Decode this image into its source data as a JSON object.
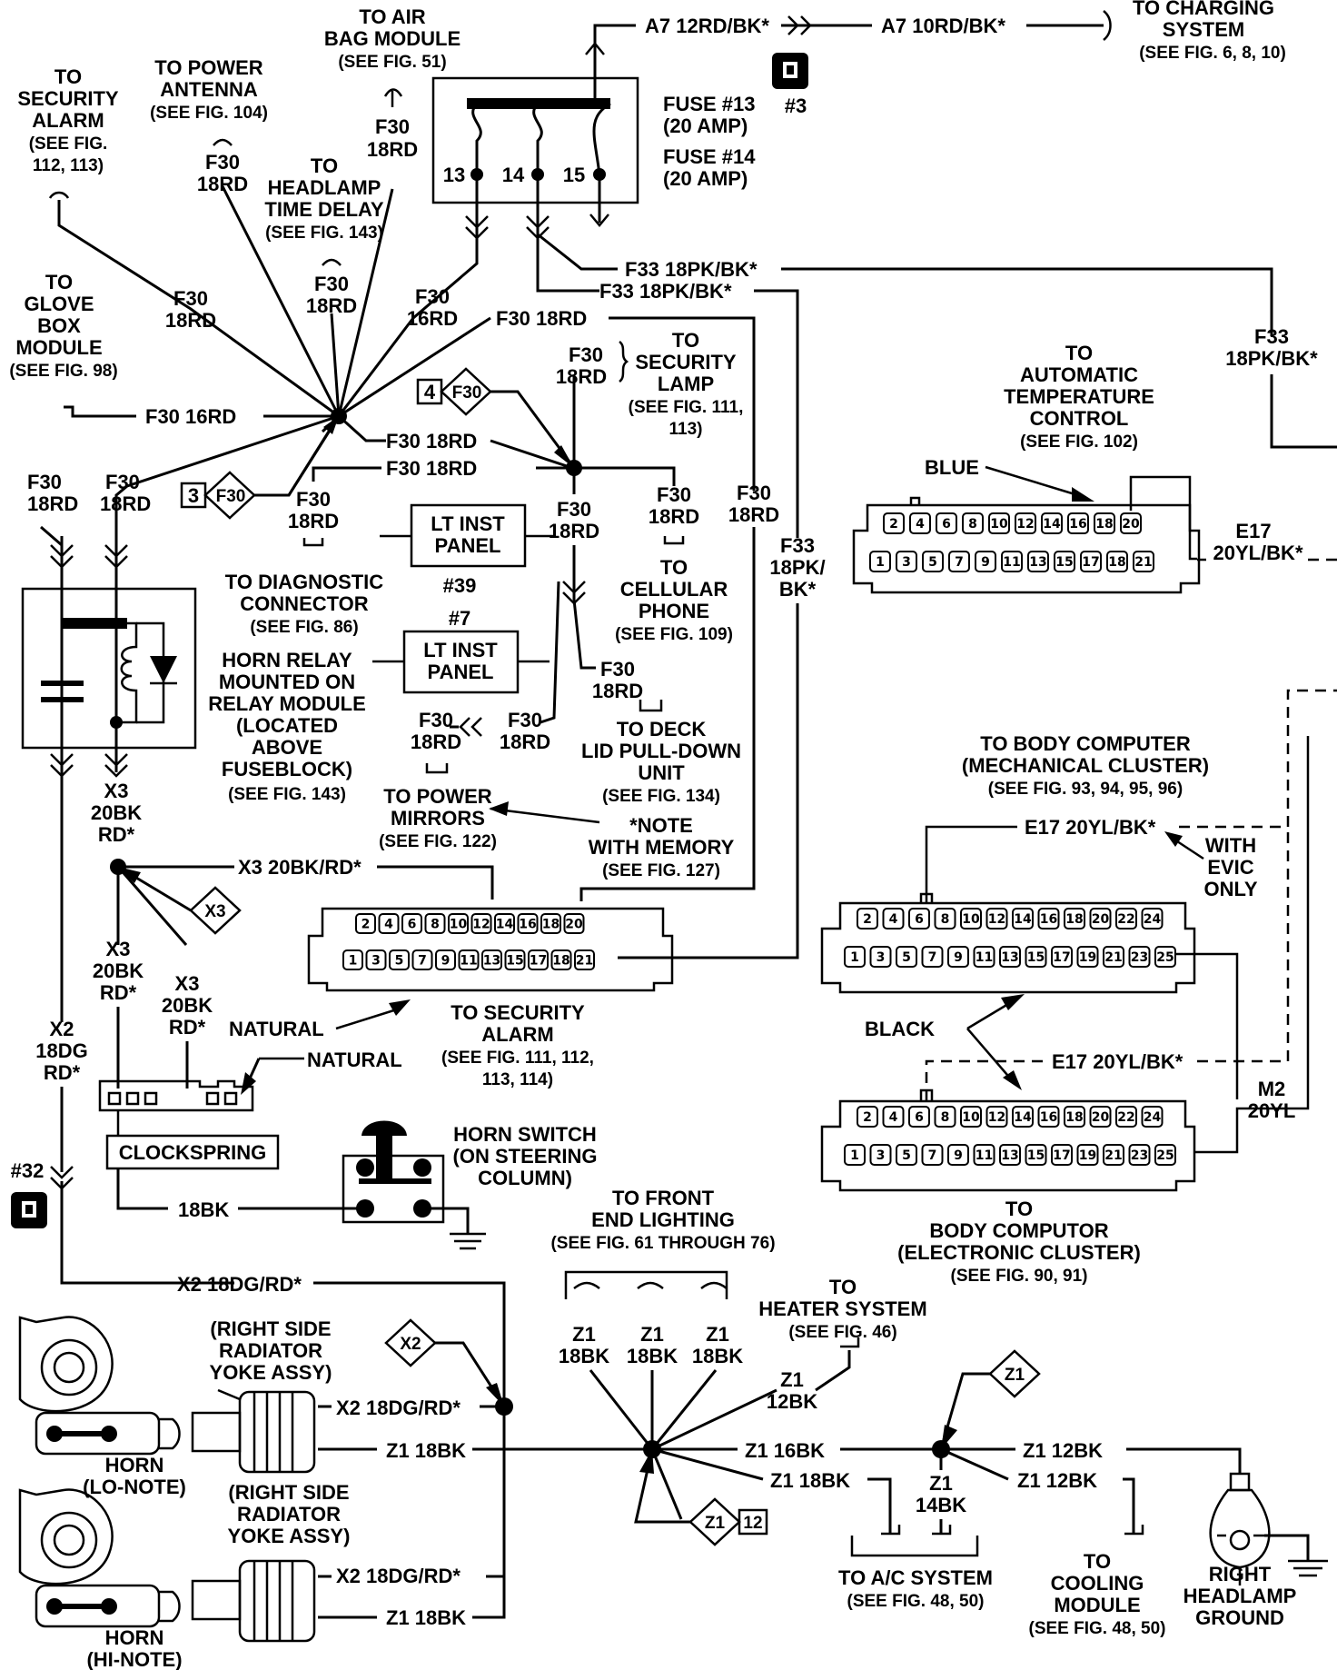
{
  "labels": {
    "to_air_bag": [
      "TO AIR",
      "BAG MODULE",
      "(SEE FIG. 51)"
    ],
    "to_power_antenna": [
      "TO POWER",
      "ANTENNA",
      "(SEE FIG. 104)"
    ],
    "to_security_alarm_top": [
      "TO",
      "SECURITY",
      "ALARM",
      "(SEE FIG.",
      "112, 113)"
    ],
    "to_headlamp": [
      "TO",
      "HEADLAMP",
      "TIME DELAY",
      "(SEE FIG. 143)"
    ],
    "to_glove_box": [
      "TO",
      "GLOVE",
      "BOX",
      "MODULE",
      "(SEE FIG. 98)"
    ],
    "to_charging": [
      "TO CHARGING",
      "SYSTEM",
      "(SEE FIG. 6, 8, 10)"
    ],
    "fuse13": [
      "FUSE #13",
      "(20 AMP)"
    ],
    "fuse14": [
      "FUSE #14",
      "(20 AMP)"
    ],
    "fuse_pins": [
      "13",
      "14",
      "15"
    ],
    "a7_left": "A7 12RD/BK*",
    "a7_right": "A7 10RD/BK*",
    "conn3": "#3",
    "f30_18rd": [
      "F30",
      "18RD"
    ],
    "f30_16rd": [
      "F30",
      "16RD"
    ],
    "f30_18rd_inline": "F30 18RD",
    "f30_16rd_inline": "F30 16RD",
    "f33_inline": "F33 18PK/BK*",
    "f33_stack": [
      "F33",
      "18PK/BK*"
    ],
    "f33_stack2": [
      "F33",
      "18PK/",
      "BK*"
    ],
    "to_security_lamp": [
      "TO",
      "SECURITY",
      "LAMP",
      "(SEE FIG. 111,",
      "113)"
    ],
    "to_auto_temp": [
      "TO",
      "AUTOMATIC",
      "TEMPERATURE",
      "CONTROL",
      "(SEE FIG. 102)"
    ],
    "blue": "BLUE",
    "e17_stack": [
      "E17",
      "20YL/BK*"
    ],
    "diamond_f30": "F30",
    "diamond_4": "4",
    "diamond_3": "3",
    "lt_inst_panel": [
      "LT INST",
      "PANEL"
    ],
    "conn39": "#39",
    "conn7": "#7",
    "to_diagnostic": [
      "TO DIAGNOSTIC",
      "CONNECTOR",
      "(SEE FIG. 86)"
    ],
    "to_cellular": [
      "TO",
      "CELLULAR",
      "PHONE",
      "(SEE FIG. 109)"
    ],
    "horn_relay": [
      "HORN RELAY",
      "MOUNTED ON",
      "RELAY MODULE",
      "(LOCATED",
      "ABOVE",
      "FUSEBLOCK)",
      "(SEE FIG. 143)"
    ],
    "to_deck_lid": [
      "TO DECK",
      "LID PULL-DOWN",
      "UNIT",
      "(SEE FIG. 134)"
    ],
    "to_power_mirrors": [
      "TO POWER",
      "MIRRORS",
      "(SEE FIG. 122)"
    ],
    "note_memory": [
      "*NOTE",
      "WITH MEMORY",
      "(SEE FIG. 127)"
    ],
    "to_body_computer_mech": [
      "TO BODY COMPUTER",
      "(MECHANICAL CLUSTER)",
      "(SEE FIG. 93, 94, 95, 96)"
    ],
    "e17_inline": "E17 20YL/BK*",
    "with_evic": [
      "WITH",
      "EVIC",
      "ONLY"
    ],
    "x3_stack": [
      "X3",
      "20BK",
      "RD*"
    ],
    "x3_inline": "X3 20BK/RD*",
    "diamond_x3": "X3",
    "to_security_alarm_conn": [
      "TO SECURITY",
      "ALARM",
      "(SEE FIG. 111, 112,",
      "113, 114)"
    ],
    "natural": "NATURAL",
    "black": "BLACK",
    "x2_stack": [
      "X2",
      "18DG",
      "RD*"
    ],
    "clockspring": "CLOCKSPRING",
    "horn_switch": [
      "HORN SWITCH",
      "(ON STEERING",
      "COLUMN)"
    ],
    "bk18": "18BK",
    "conn32": "#32",
    "m2": [
      "M2",
      "20YL"
    ],
    "to_body_computor_elec": [
      "TO",
      "BODY COMPUTOR",
      "(ELECTRONIC CLUSTER)",
      "(SEE FIG. 90, 91)"
    ],
    "x2_inline": "X2 18DG/RD*",
    "to_front_end": [
      "TO FRONT",
      "END LIGHTING",
      "(SEE FIG. 61 THROUGH 76)"
    ],
    "to_heater": [
      "TO",
      "HEATER SYSTEM",
      "(SEE FIG. 46)"
    ],
    "z1_stack": [
      "Z1",
      "18BK"
    ],
    "z1_12bk_stack": [
      "Z1",
      "12BK"
    ],
    "z1_14bk_stack": [
      "Z1",
      "14BK"
    ],
    "diamond_x2": "X2",
    "diamond_z1": "Z1",
    "diamond_z1_12": "12",
    "right_yoke": [
      "(RIGHT SIDE",
      "RADIATOR",
      "YOKE ASSY)"
    ],
    "z1_18bk": "Z1 18BK",
    "z1_16bk": "Z1 16BK",
    "z1_12bk": "Z1 12BK",
    "horn_lo": [
      "HORN",
      "(LO-NOTE)"
    ],
    "horn_hi": [
      "HORN",
      "(HI-NOTE)"
    ],
    "to_ac": [
      "TO A/C SYSTEM",
      "(SEE FIG. 48, 50)"
    ],
    "to_cooling": [
      "TO",
      "COOLING",
      "MODULE",
      "(SEE FIG. 48, 50)"
    ],
    "right_headlamp": [
      "RIGHT",
      "HEADLAMP",
      "GROUND"
    ],
    "pins_21_top": [
      "2",
      "4",
      "6",
      "8",
      "10",
      "12",
      "14",
      "16",
      "18",
      "20"
    ],
    "pins_21_bottom": [
      "1",
      "3",
      "5",
      "7",
      "9",
      "11",
      "13",
      "15",
      "17",
      "18",
      "21"
    ],
    "pins_25_top": [
      "2",
      "4",
      "6",
      "8",
      "10",
      "12",
      "14",
      "16",
      "18",
      "20",
      "22",
      "24"
    ],
    "pins_25_bottom": [
      "1",
      "3",
      "5",
      "7",
      "9",
      "11",
      "13",
      "15",
      "17",
      "19",
      "21",
      "23",
      "25"
    ]
  }
}
